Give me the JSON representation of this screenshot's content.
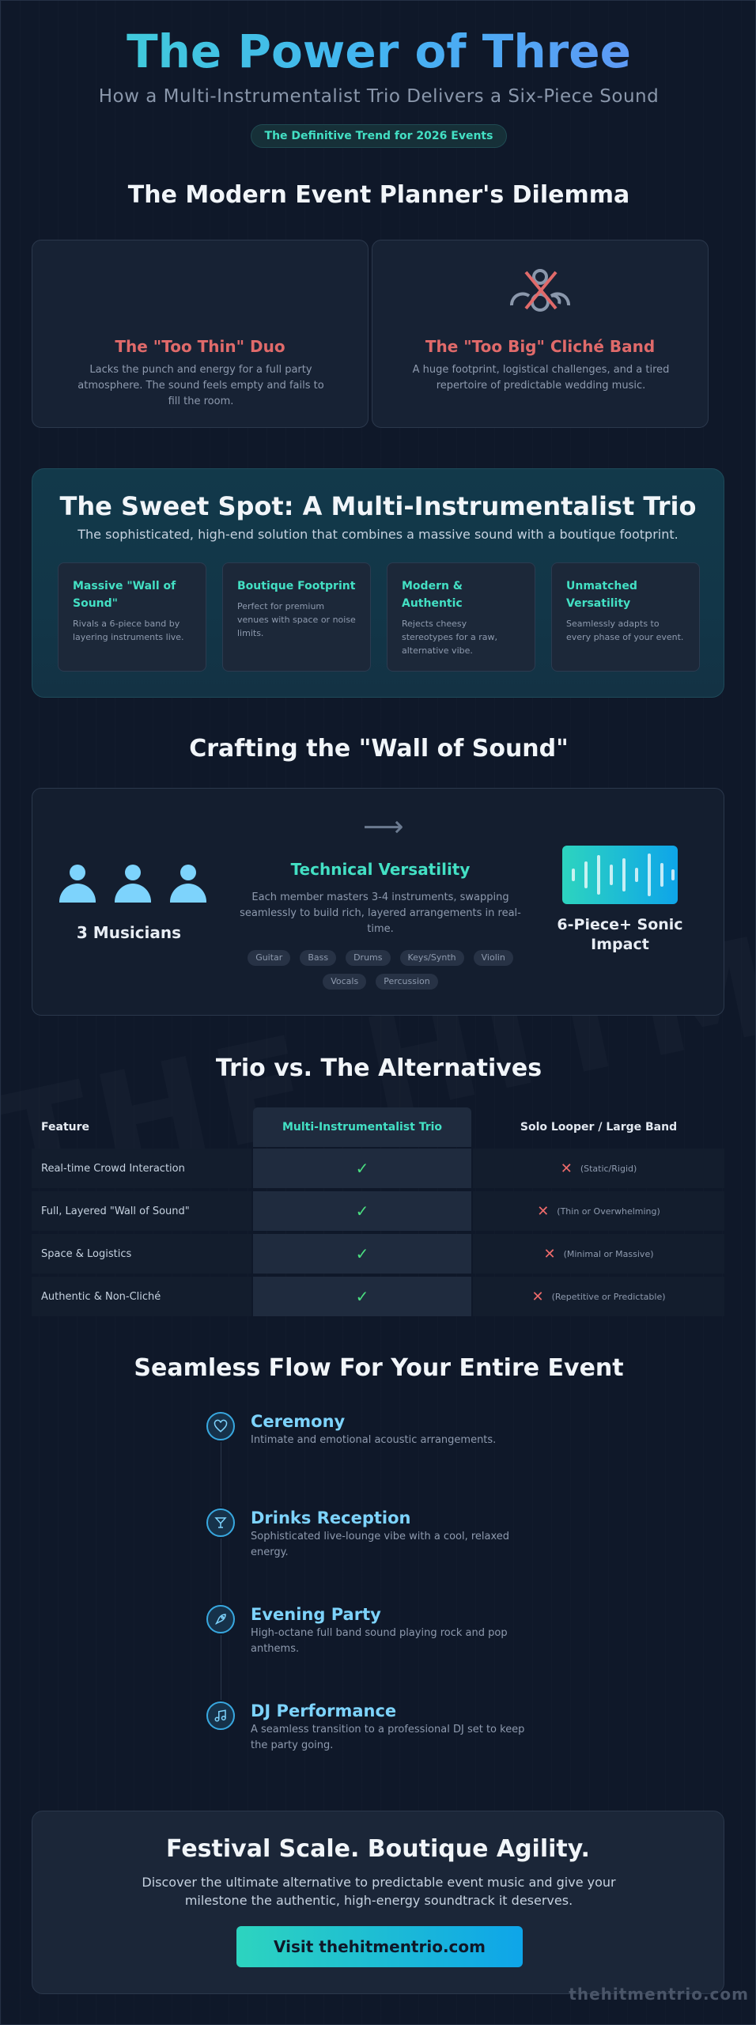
{
  "hero": {
    "title": "The Power of Three",
    "subtitle": "How a Multi-Instrumentalist Trio Delivers a Six-Piece Sound",
    "badge": "The Definitive Trend for 2026 Events"
  },
  "dilemma": {
    "title": "The Modern Event Planner's Dilemma",
    "cards": [
      {
        "title": "The \"Too Thin\" Duo",
        "description": "Lacks the punch and energy for a full party atmosphere. The sound feels empty and fails to fill the room.",
        "icon": "users-crossed-icon"
      },
      {
        "title": "The \"Too Big\" Cliché Band",
        "description": "A huge footprint, logistical challenges, and a tired repertoire of predictable wedding music.",
        "icon": "group-crossed-icon"
      }
    ]
  },
  "sweet_spot": {
    "title": "The Sweet Spot: A Multi-Instrumentalist Trio",
    "subtitle": "The sophisticated, high-end solution that combines a massive sound with a boutique footprint.",
    "features": [
      {
        "title": "Massive \"Wall of Sound\"",
        "description": "Rivals a 6-piece band by layering instruments live."
      },
      {
        "title": "Boutique Footprint",
        "description": "Perfect for premium venues with space or noise limits."
      },
      {
        "title": "Modern & Authentic",
        "description": "Rejects cheesy stereotypes for a raw, alternative vibe."
      },
      {
        "title": "Unmatched Versatility",
        "description": "Seamlessly adapts to every phase of your event."
      }
    ]
  },
  "wall_of_sound": {
    "title": "Crafting the \"Wall of Sound\"",
    "musicians_label": "3 Musicians",
    "center_title": "Technical Versatility",
    "center_description": "Each member masters 3-4 instruments, swapping seamlessly to build rich, layered arrangements in real-time.",
    "instruments": [
      "Guitar",
      "Bass",
      "Drums",
      "Keys/Synth",
      "Violin",
      "Vocals",
      "Percussion"
    ],
    "result_label": "6-Piece+ Sonic Impact",
    "colors": {
      "accent": "#43e0c4",
      "icon": "#7dd3fc"
    }
  },
  "comparison": {
    "title": "Trio vs. The Alternatives",
    "headers": [
      "Feature",
      "Multi-Instrumentalist Trio",
      "Solo Looper / Large Band"
    ],
    "rows": [
      {
        "feature": "Real-time Crowd Interaction",
        "trio": "check",
        "alt_note": "(Static/Rigid)"
      },
      {
        "feature": "Full, Layered \"Wall of Sound\"",
        "trio": "check",
        "alt_note": "(Thin or Overwhelming)"
      },
      {
        "feature": "Space & Logistics",
        "trio": "check",
        "alt_note": "(Minimal or Massive)"
      },
      {
        "feature": "Authentic & Non-Cliché",
        "trio": "check",
        "alt_note": "(Repetitive or Predictable)"
      }
    ]
  },
  "flow": {
    "title": "Seamless Flow For Your Entire Event",
    "steps": [
      {
        "title": "Ceremony",
        "description": "Intimate and emotional acoustic arrangements.",
        "icon": "heart-icon"
      },
      {
        "title": "Drinks Reception",
        "description": "Sophisticated live-lounge vibe with a cool, relaxed energy.",
        "icon": "cocktail-icon"
      },
      {
        "title": "Evening Party",
        "description": "High-octane full band sound playing rock and pop anthems.",
        "icon": "rocket-icon"
      },
      {
        "title": "DJ Performance",
        "description": "A seamless transition to a professional DJ set to keep the party going.",
        "icon": "music-note-icon"
      }
    ]
  },
  "cta": {
    "title": "Festival Scale. Boutique Agility.",
    "description": "Discover the ultimate alternative to predictable event music and give your milestone the authentic, high-energy soundtrack it deserves.",
    "button": "Visit thehitmentrio.com"
  },
  "footer": {
    "url": "thehitmentrio.com",
    "watermark": "THE HITMEN TRIO"
  }
}
